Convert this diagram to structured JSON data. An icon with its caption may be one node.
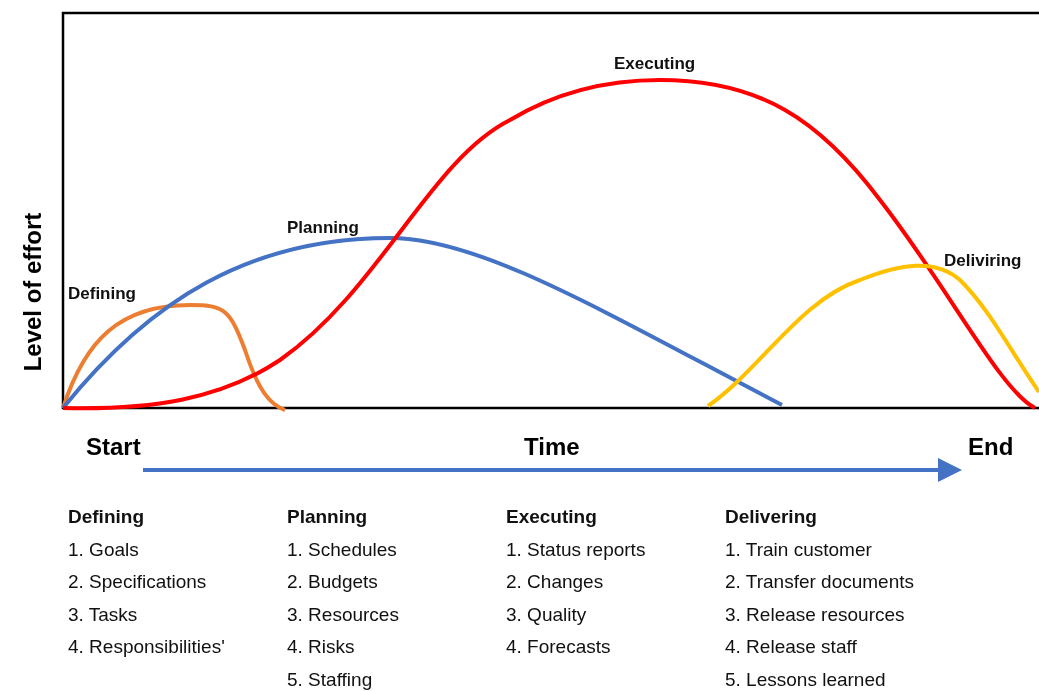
{
  "diagram": {
    "labels": [
      "Executing",
      "Planning",
      "Deliviring",
      "Defining",
      "Level of effort",
      "Start",
      "Time",
      "End",
      "Defining",
      "1. Goals",
      "2. Specifications",
      "3. Tasks",
      "4. Responsibilities'",
      "Planning",
      "1. Schedules",
      "2. Budgets",
      "3. Resources",
      "4. Risks",
      "5. Staffing",
      "Executing",
      "1. Status reports",
      "2. Changes",
      "3. Quality",
      "4. Forecasts",
      "Delivering",
      "1. Train customer",
      "2. Transfer documents",
      "3. Release resources",
      "4. Release staff",
      "5. Lessons learned"
    ]
  }
}
